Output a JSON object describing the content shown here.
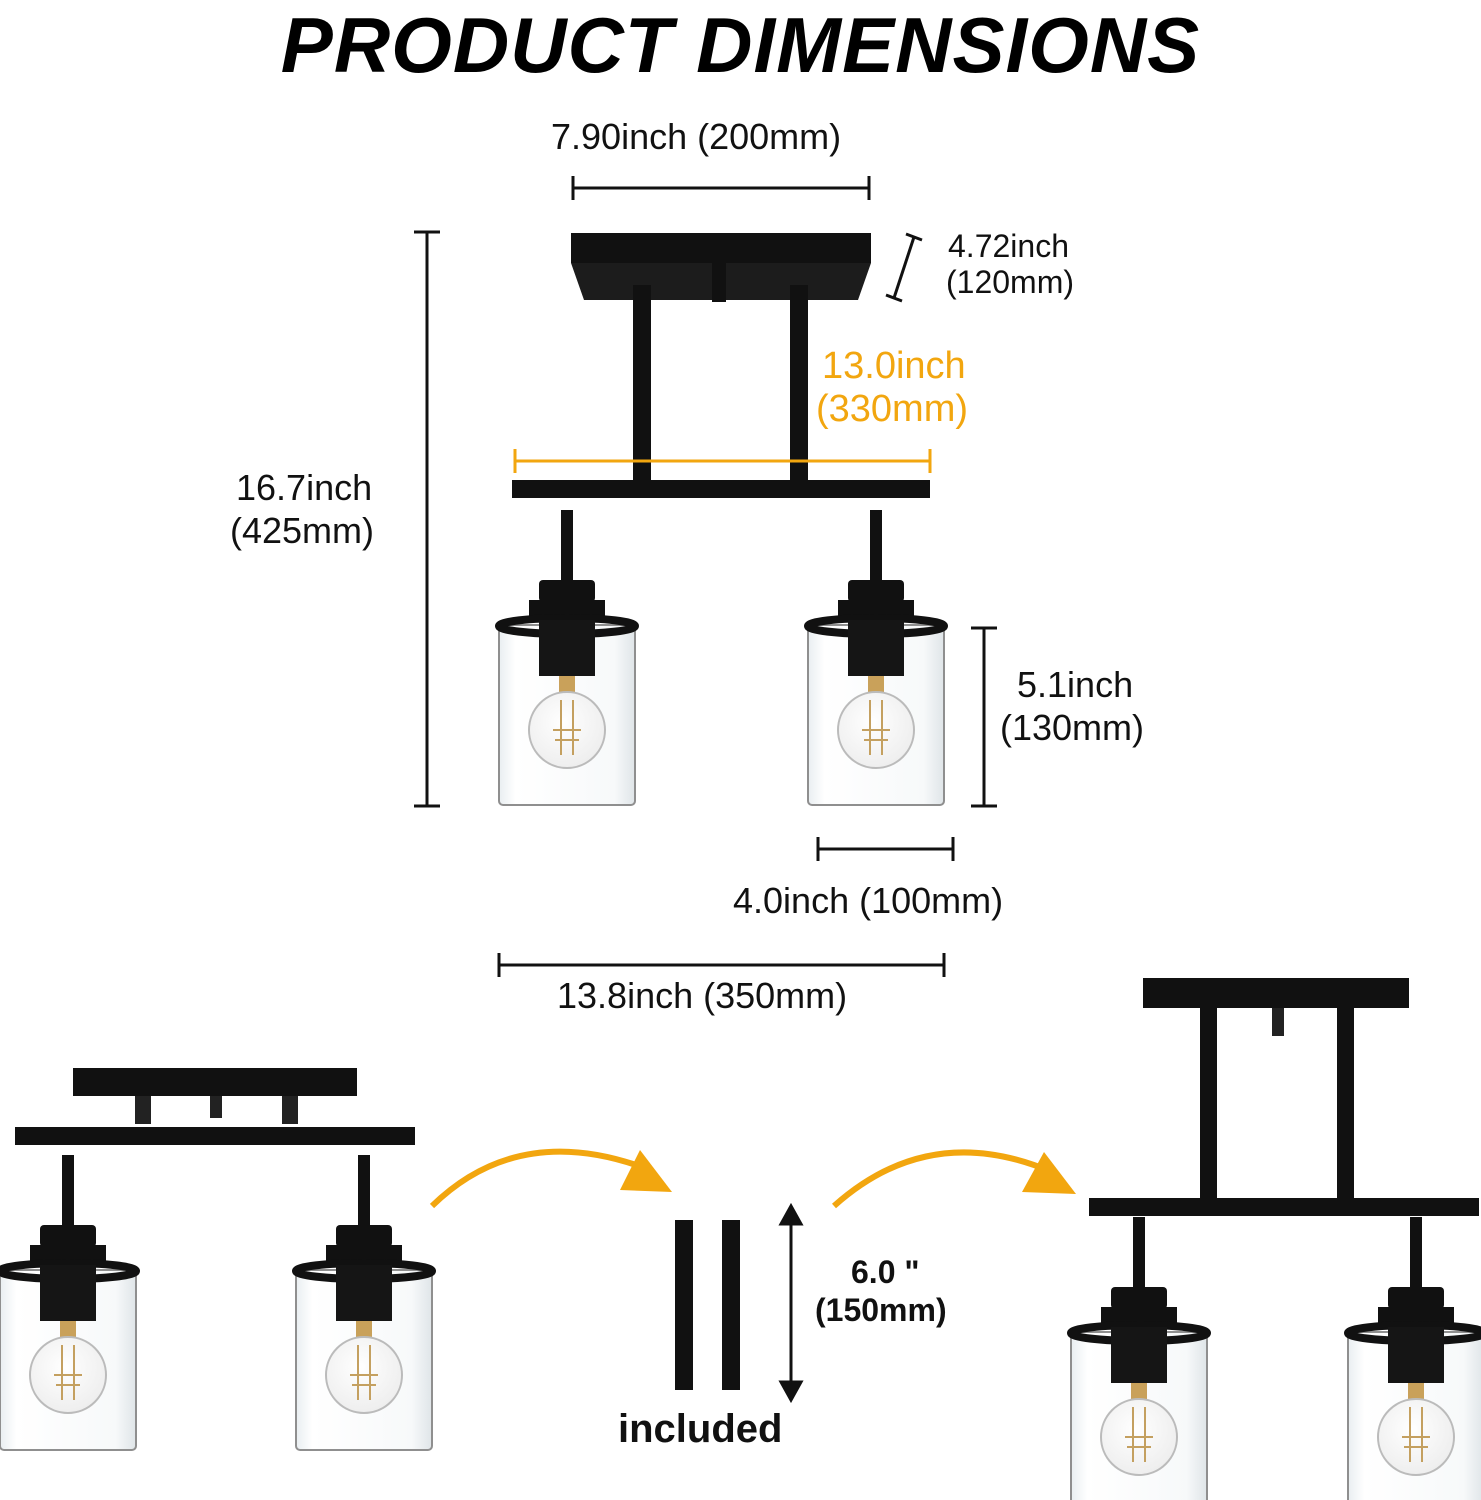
{
  "title": "PRODUCT DIMENSIONS",
  "dims": {
    "top_width": "7.90inch (200mm)",
    "canopy_depth_in": "4.72inch",
    "canopy_depth_mm": "(120mm)",
    "bar_width_in": "13.0inch",
    "bar_width_mm": "(330mm)",
    "height_in": "16.7inch",
    "height_mm": "(425mm)",
    "shade_height_in": "5.1inch",
    "shade_height_mm": "(130mm)",
    "shade_width": "4.0inch (100mm)",
    "total_width": "13.8inch (350mm)"
  },
  "extension": {
    "rod_length_in": "6.0 \"",
    "rod_length_mm": "(150mm)",
    "included_label": "included"
  },
  "colors": {
    "fixture": "#111111",
    "accent": "#f2a60f",
    "glass_edge": "#9a9a9a"
  }
}
